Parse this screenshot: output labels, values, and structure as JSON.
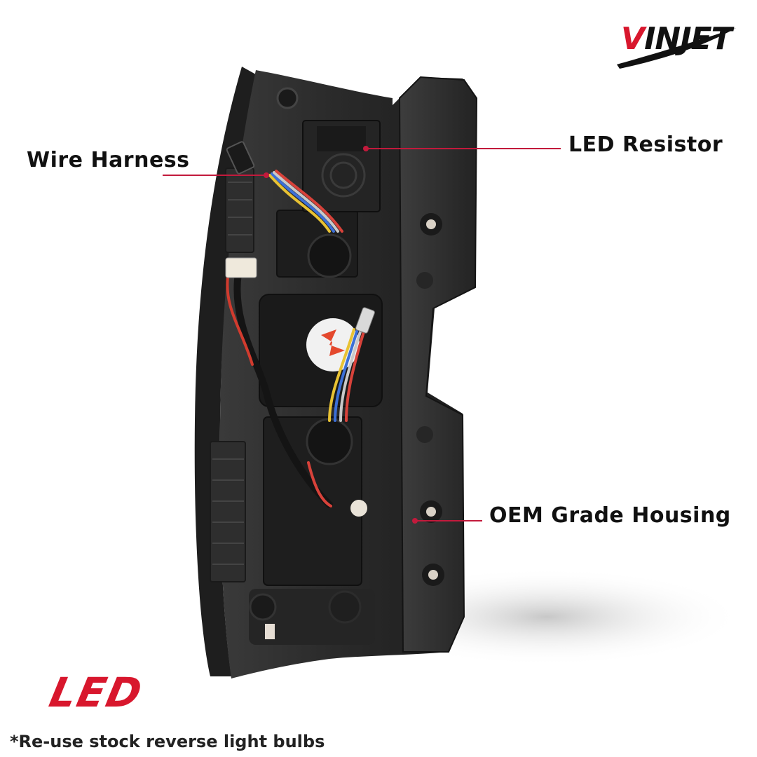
{
  "brand": {
    "logo_text": "INJET",
    "logo_initial": "V",
    "accent_color": "#d8172d"
  },
  "callouts": {
    "wire_harness": "Wire Harness",
    "led_resistor": "LED Resistor",
    "oem_housing": "OEM Grade Housing"
  },
  "badge": {
    "text": "LED"
  },
  "footnote": "*Re-use stock reverse light bulbs",
  "colors": {
    "accent": "#d8172d",
    "housing": "#2b2b2b",
    "text": "#111111"
  }
}
